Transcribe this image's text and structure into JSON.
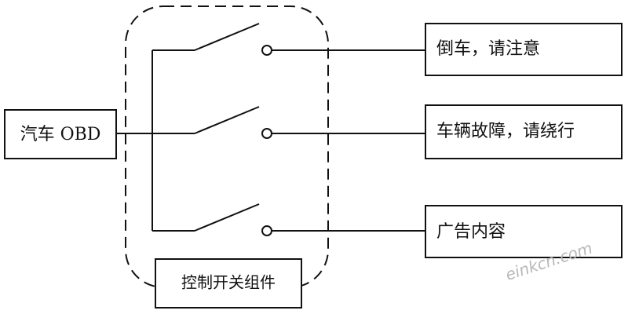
{
  "source": {
    "label": "汽车 OBD"
  },
  "switch_group": {
    "label": "控制开关组件"
  },
  "outputs": [
    {
      "label": "倒车，请注意"
    },
    {
      "label": "车辆故障，请绕行"
    },
    {
      "label": "广告内容"
    }
  ],
  "watermark": {
    "text": "einkcn.com"
  }
}
